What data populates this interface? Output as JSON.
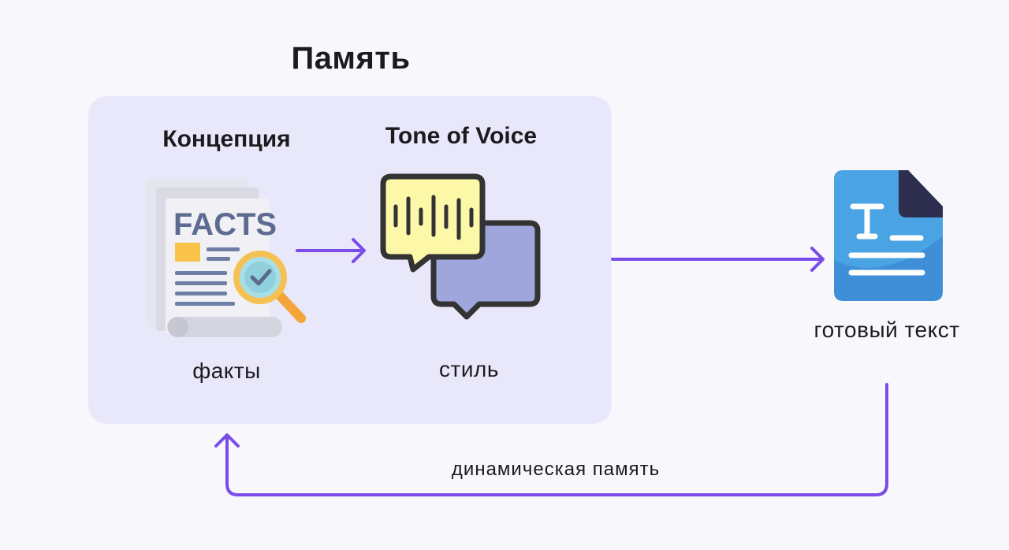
{
  "diagram": {
    "title": "Память",
    "nodes": {
      "concept": {
        "title": "Концепция",
        "label": "факты",
        "icon": "facts-document-icon",
        "icon_text": "FACTS"
      },
      "tone": {
        "title": "Tone of Voice",
        "label": "стиль",
        "icon": "speech-bubbles-icon"
      },
      "result": {
        "label": "готовый текст",
        "icon": "text-document-icon"
      }
    },
    "edges": [
      {
        "from": "concept",
        "to": "tone"
      },
      {
        "from": "memory",
        "to": "result"
      },
      {
        "from": "result",
        "to": "memory",
        "label": "динамическая память"
      }
    ],
    "colors": {
      "arrow": "#7a4ce8",
      "memory_box": "#e9e8fb",
      "background": "#f7f7fc"
    }
  }
}
